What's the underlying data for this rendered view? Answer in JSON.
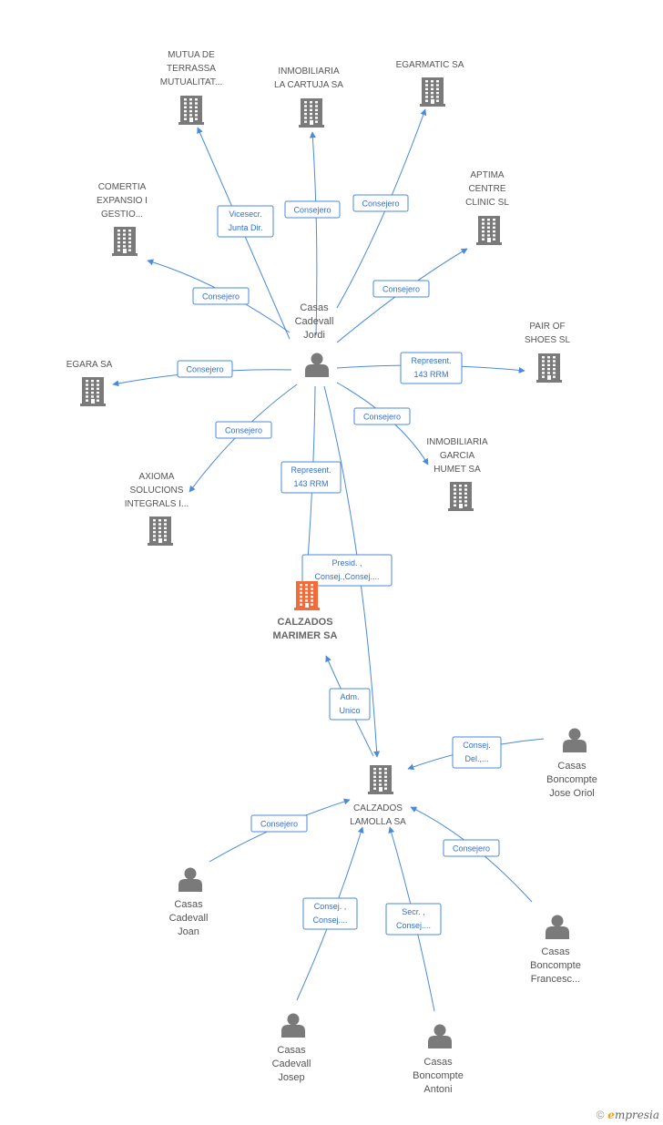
{
  "colors": {
    "edge": "#4a89dc",
    "company_icon": "#7a7a7a",
    "person_icon": "#7a7a7a",
    "focus_icon": "#f26b3a"
  },
  "nodes": [
    {
      "id": "mutua",
      "kind": "company",
      "lines": [
        "MUTUA DE",
        "TERRASSA",
        "MUTUALITAT..."
      ]
    },
    {
      "id": "cartuja",
      "kind": "company",
      "lines": [
        "INMOBILIARIA",
        "LA CARTUJA SA"
      ]
    },
    {
      "id": "egarmatic",
      "kind": "company",
      "lines": [
        "EGARMATIC SA"
      ]
    },
    {
      "id": "comertia",
      "kind": "company",
      "lines": [
        "COMERTIA",
        "EXPANSIO I",
        "GESTIO..."
      ]
    },
    {
      "id": "aptima",
      "kind": "company",
      "lines": [
        "APTIMA",
        "CENTRE",
        "CLINIC SL"
      ]
    },
    {
      "id": "jordi",
      "kind": "person",
      "lines": [
        "Casas",
        "Cadevall",
        "Jordi"
      ]
    },
    {
      "id": "pair",
      "kind": "company",
      "lines": [
        "PAIR OF",
        "SHOES  SL"
      ]
    },
    {
      "id": "egara",
      "kind": "company",
      "lines": [
        "EGARA SA"
      ]
    },
    {
      "id": "garcia",
      "kind": "company",
      "lines": [
        "INMOBILIARIA",
        "GARCIA",
        "HUMET SA"
      ]
    },
    {
      "id": "axioma",
      "kind": "company",
      "lines": [
        "AXIOMA",
        "SOLUCIONS",
        "INTEGRALS I..."
      ]
    },
    {
      "id": "marimer",
      "kind": "focus",
      "lines": [
        "CALZADOS",
        "MARIMER SA"
      ]
    },
    {
      "id": "lamolla",
      "kind": "company",
      "lines": [
        "CALZADOS",
        "LAMOLLA SA"
      ]
    },
    {
      "id": "joseoriol",
      "kind": "person",
      "lines": [
        "Casas",
        "Boncompte",
        "Jose Oriol"
      ]
    },
    {
      "id": "joan",
      "kind": "person",
      "lines": [
        "Casas",
        "Cadevall",
        "Joan"
      ]
    },
    {
      "id": "francesc",
      "kind": "person",
      "lines": [
        "Casas",
        "Boncompte",
        "Francesc..."
      ]
    },
    {
      "id": "josep",
      "kind": "person",
      "lines": [
        "Casas",
        "Cadevall",
        "Josep"
      ]
    },
    {
      "id": "antoni",
      "kind": "person",
      "lines": [
        "Casas",
        "Boncompte",
        "Antoni"
      ]
    }
  ],
  "edges": [
    {
      "from": "jordi",
      "to": "mutua",
      "lines": [
        "Vicesecr.",
        "Junta Dir."
      ]
    },
    {
      "from": "jordi",
      "to": "cartuja",
      "lines": [
        "Consejero"
      ]
    },
    {
      "from": "jordi",
      "to": "egarmatic",
      "lines": [
        "Consejero"
      ]
    },
    {
      "from": "jordi",
      "to": "comertia",
      "lines": [
        "Consejero"
      ]
    },
    {
      "from": "jordi",
      "to": "aptima",
      "lines": [
        "Consejero"
      ]
    },
    {
      "from": "jordi",
      "to": "pair",
      "lines": [
        "Represent.",
        "143 RRM"
      ]
    },
    {
      "from": "jordi",
      "to": "egara",
      "lines": [
        "Consejero"
      ]
    },
    {
      "from": "jordi",
      "to": "garcia",
      "lines": [
        "Consejero"
      ]
    },
    {
      "from": "jordi",
      "to": "axioma",
      "lines": [
        "Consejero"
      ]
    },
    {
      "from": "jordi",
      "to": "marimer",
      "lines": [
        "Represent.",
        "143 RRM"
      ]
    },
    {
      "from": "jordi",
      "to": "lamolla",
      "lines": [
        "Presid. ,",
        "Consej.,Consej...."
      ]
    },
    {
      "from": "lamolla",
      "to": "marimer",
      "lines": [
        "Adm.",
        "Unico"
      ]
    },
    {
      "from": "joseoriol",
      "to": "lamolla",
      "lines": [
        "Consej.",
        "Del.,..."
      ]
    },
    {
      "from": "joan",
      "to": "lamolla",
      "lines": [
        "Consejero"
      ]
    },
    {
      "from": "francesc",
      "to": "lamolla",
      "lines": [
        "Consejero"
      ]
    },
    {
      "from": "josep",
      "to": "lamolla",
      "lines": [
        "Consej. ,",
        "Consej...."
      ]
    },
    {
      "from": "antoni",
      "to": "lamolla",
      "lines": [
        "Secr. ,",
        "Consej...."
      ]
    }
  ],
  "footer": {
    "copyright": "©",
    "brand_initial": "e",
    "brand_rest": "mpresia"
  }
}
